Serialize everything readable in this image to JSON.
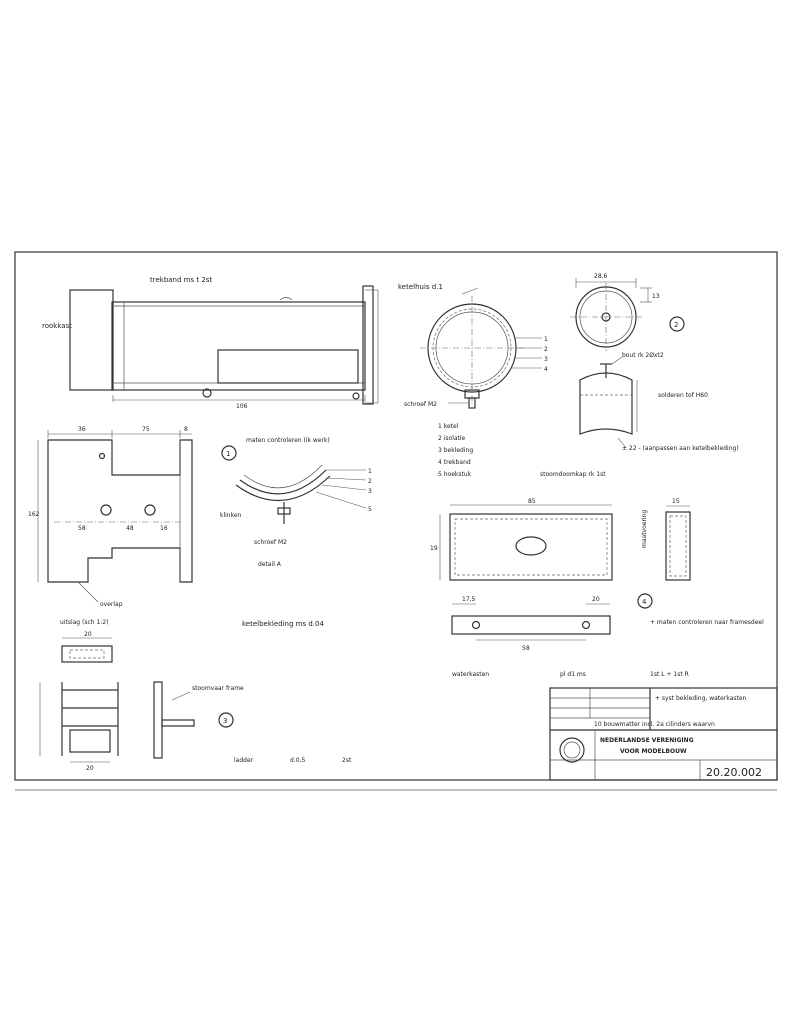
{
  "drawing": {
    "views": {
      "smokebox": {
        "tension_band": "trekband ms t 2st",
        "chimney": "rookkast",
        "length_dim": "106"
      },
      "boiler_section": {
        "boiler_shell": "ketelhuis d.1",
        "screw": "schroef M2",
        "legend": [
          "1 ketel",
          "2 isolatie",
          "3 bekleding",
          "4 trekband",
          "5 hoekstuk"
        ],
        "marker_one": "1",
        "marker_two": "2",
        "marker_three": "3",
        "marker_four": "4",
        "marker_five": "5"
      },
      "dome": {
        "diameter": "28,6",
        "height": "13",
        "bolt": "bout rk 2Øxt2",
        "solder": "solderen tof H60",
        "cut_note": "± 22 - (aanpassen aan ketelbekleding)",
        "material": "stoomdoomkap rk 1st",
        "detail_no": "2"
      },
      "plate": {
        "top_dims": [
          "36",
          "75",
          "8"
        ],
        "height_dim": "162",
        "mid_dims": [
          "58",
          "48",
          "16"
        ],
        "overlap": "overlap",
        "unroll": "uitslag (sch 1:2)",
        "detail_no": "1"
      },
      "detail_a": {
        "check_note": "maten controleren (ik werk)",
        "clamp": "klinken",
        "screw": "schroef M2",
        "label": "detail A"
      },
      "cladding": {
        "label": "ketelbekleding ms d.04"
      },
      "water_tank": {
        "width": "85",
        "height": "19",
        "depth": "15",
        "depth_note": "maatvoering",
        "bottom_dims": [
          "17,5",
          "58",
          "20"
        ],
        "note": "+ maten controleren naar framesdeel",
        "label": "waterkasten",
        "material": "pl d1 ms",
        "count": "1st L + 1st R",
        "detail_no": "4"
      },
      "ladder": {
        "top_dim": "20",
        "bottom_dim": "20",
        "frame_label": "stoomvaar frame",
        "label": "ladder",
        "material": "d.0,5",
        "count": "2st",
        "detail_no": "3"
      }
    },
    "title_block": {
      "description": "+ syst bekleding, waterkasten",
      "note": "10 bouwmatter incl. 2a cilinders waarvn",
      "org_line1": "NEDERLANDSE VERENIGING",
      "org_line2": "VOOR MODELBOUW",
      "number": "20.20.002"
    }
  }
}
